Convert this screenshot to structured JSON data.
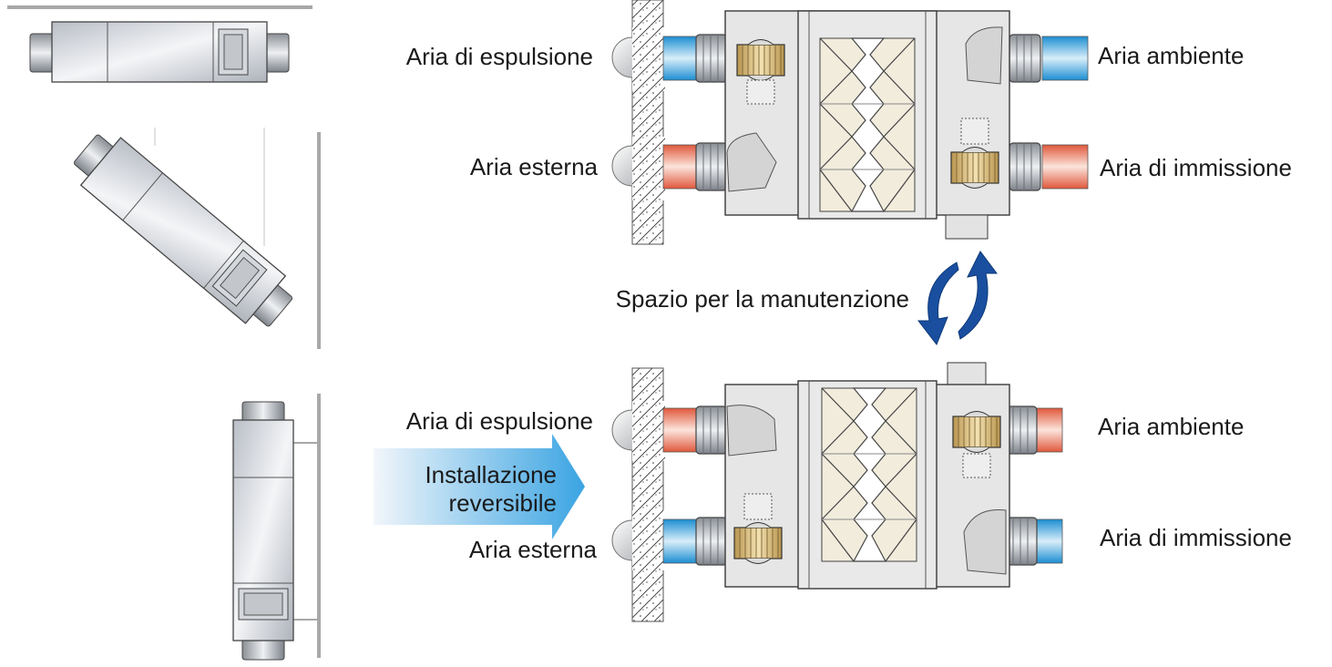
{
  "diagram": {
    "top_unit": {
      "left_upper": "Aria di espulsione",
      "left_lower": "Aria esterna",
      "right_upper": "Aria ambiente",
      "right_lower": "Aria di immissione"
    },
    "maintenance_label": "Spazio per la manutenzione",
    "bottom_unit": {
      "left_upper": "Aria di espulsione",
      "left_lower": "Aria esterna",
      "right_upper": "Aria ambiente",
      "right_lower": "Aria di immissione"
    },
    "reversible_arrow": {
      "line1": "Installazione",
      "line2": "reversibile"
    },
    "colors": {
      "cold_duct": "#2a9ad8",
      "warm_duct": "#e4654a",
      "arrow_blue": "#1a4fa0",
      "body_gray": "#e6e6e6",
      "outline": "#3a3a3a"
    }
  }
}
